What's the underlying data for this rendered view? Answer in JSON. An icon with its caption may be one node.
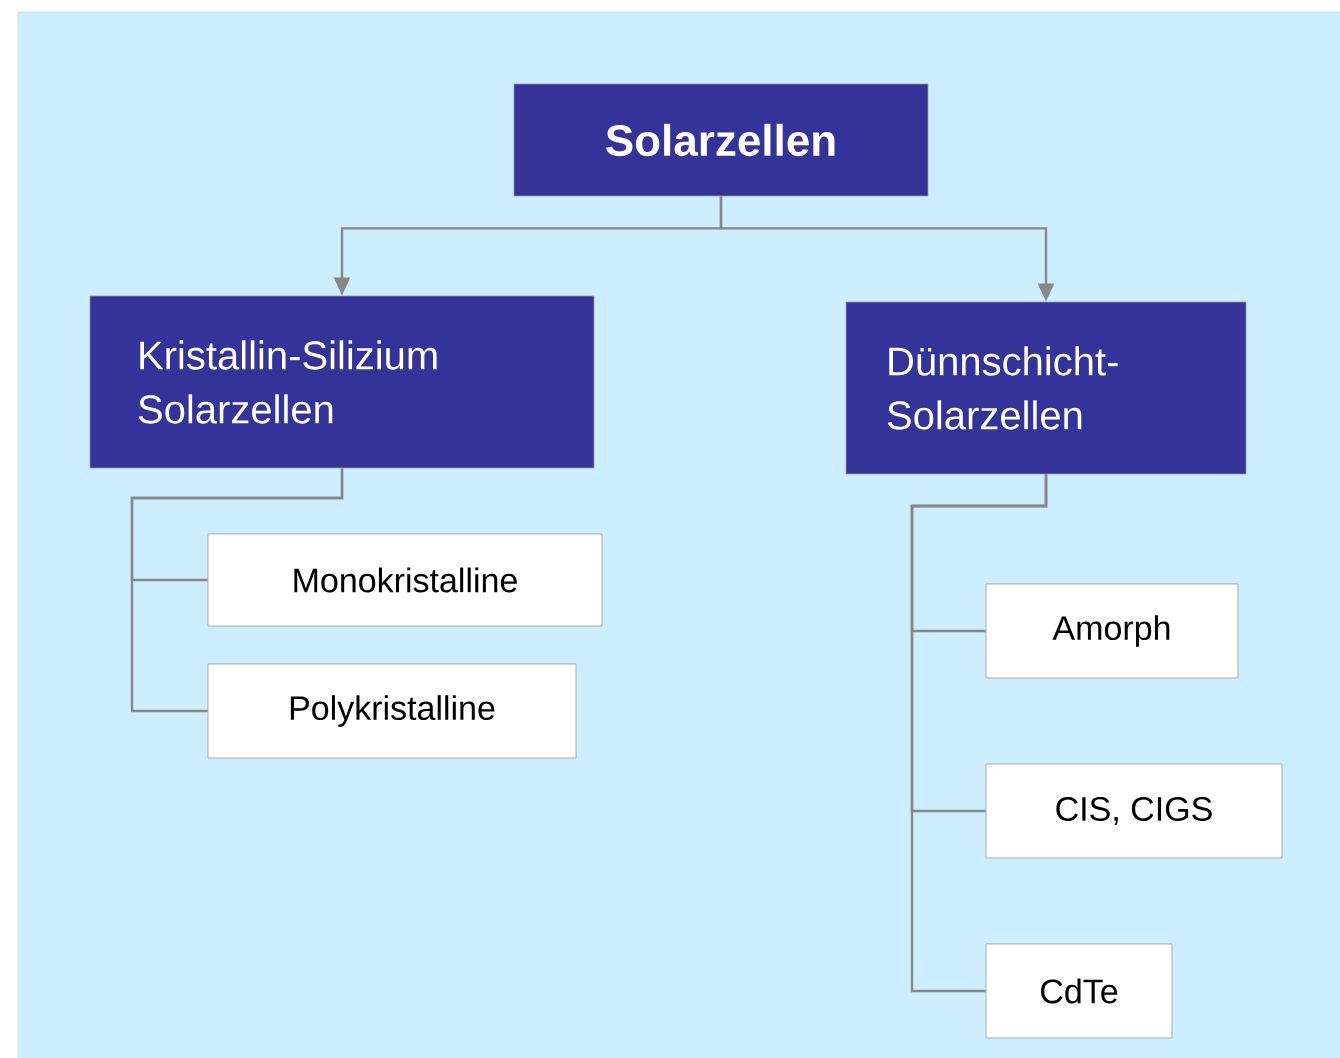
{
  "diagram": {
    "nodes": [
      {
        "text": [
          "Solarzellen"
        ]
      },
      {
        "text": [
          "Kristallin-Silizium Solarzellen"
        ]
      },
      {
        "text": [
          "Dünnschicht- Solarzellen"
        ]
      },
      {
        "text": [
          "Monokristalline"
        ]
      },
      {
        "text": [
          "Polykristalline"
        ]
      },
      {
        "text": [
          "Amorph"
        ]
      },
      {
        "text": [
          "CIS, CIGS"
        ]
      },
      {
        "text": [
          "CdTe"
        ]
      }
    ],
    "edges": [
      {
        "from": 0,
        "to": 1,
        "arrow": "to"
      },
      {
        "from": 0,
        "to": 2,
        "arrow": "to"
      },
      {
        "from": 1,
        "to": 3,
        "arrow": "none"
      },
      {
        "from": 1,
        "to": 4,
        "arrow": "none"
      },
      {
        "from": 2,
        "to": 5,
        "arrow": "none"
      },
      {
        "from": 2,
        "to": 6,
        "arrow": "none"
      },
      {
        "from": 2,
        "to": 7,
        "arrow": "none"
      }
    ]
  }
}
